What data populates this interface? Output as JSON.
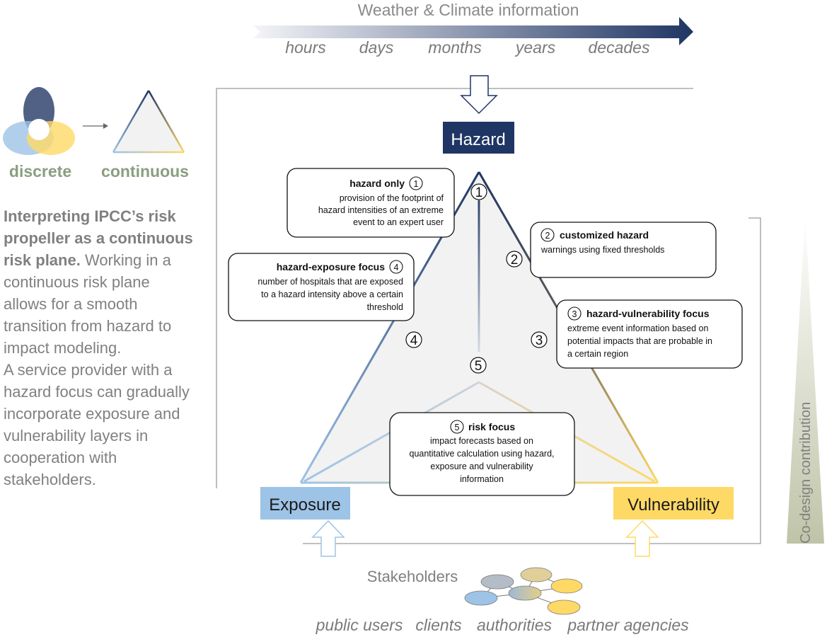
{
  "header": {
    "title": "Weather & Climate information",
    "timescales": [
      "hours",
      "days",
      "months",
      "years",
      "decades"
    ]
  },
  "legend": {
    "discrete_label": "discrete",
    "continuous_label": "continuous"
  },
  "description": {
    "bold": [
      "Interpreting IPCC’s risk",
      "propeller as a continuous",
      "risk plane."
    ],
    "lines": [
      " Working in a",
      "continuous risk plane",
      "allows for a smooth",
      "transition from hazard to",
      "impact modeling.",
      "A service provider with a",
      "hazard focus can gradually",
      "incorporate exposure and",
      "vulnerability layers in",
      "cooperation with",
      "stakeholders."
    ]
  },
  "vertices": {
    "hazard": "Hazard",
    "exposure": "Exposure",
    "vulnerability": "Vulnerability"
  },
  "markers": [
    "1",
    "2",
    "3",
    "4",
    "5"
  ],
  "boxes": [
    {
      "num": "1",
      "title": "hazard only",
      "title_first": true,
      "lines": [
        "provision of the footprint of",
        "hazard intensities of an extreme",
        "event to an expert user"
      ]
    },
    {
      "num": "2",
      "title": "customized hazard",
      "title_first": false,
      "lines": [
        "warnings using fixed thresholds"
      ]
    },
    {
      "num": "3",
      "title": "hazard-vulnerability focus",
      "title_first": false,
      "lines": [
        "extreme event information based on",
        "potential impacts that are probable in",
        "a certain region"
      ]
    },
    {
      "num": "4",
      "title": "hazard-exposure focus",
      "title_first": true,
      "lines": [
        "number of hospitals that are exposed",
        "to a hazard intensity above a certain",
        "threshold"
      ]
    },
    {
      "num": "5",
      "title": "risk focus",
      "title_first": false,
      "lines": [
        "impact forecasts based on",
        "quantitative calculation using hazard,",
        "exposure and vulnerability",
        "information"
      ]
    }
  ],
  "codesign": "Co-design contribution",
  "stakeholders": {
    "title": "Stakeholders",
    "groups": [
      "public users",
      "clients",
      "authorities",
      "partner agencies"
    ]
  },
  "colors": {
    "hazard": "#1f3563",
    "exposure": "#9dc3e6",
    "vulnerability": "#ffd966",
    "green_text": "#8a9e80",
    "codesign": "#bfc4a8"
  }
}
